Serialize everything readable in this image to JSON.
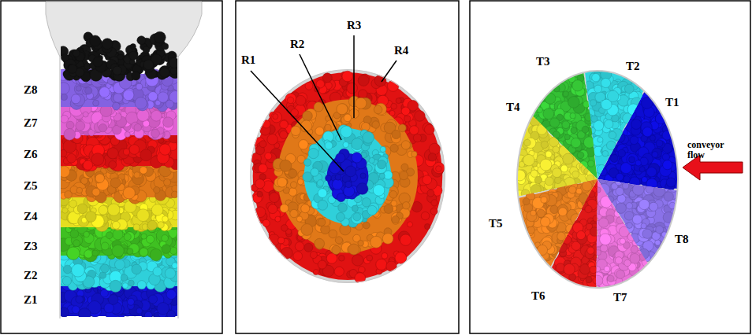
{
  "diagram": {
    "labels": [
      "Z8",
      "Z7",
      "Z6",
      "Z5",
      "Z4",
      "Z3",
      "Z2",
      "Z1",
      "R1",
      "R2",
      "R3",
      "R4",
      "T3",
      "T2",
      "T1",
      "T4",
      "conveyor flow",
      "T8",
      "T5",
      "T6",
      "T7"
    ]
  }
}
